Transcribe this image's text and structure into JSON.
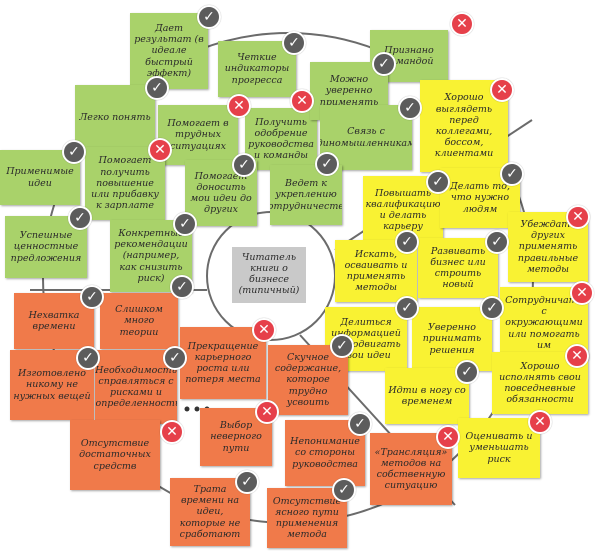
{
  "center_label": "Читатель книги о бизнесе (типичный)",
  "symbols": {
    "check": "✓",
    "cross": "✕"
  },
  "colors": {
    "green": "#a9d26a",
    "yellow": "#f9f233",
    "orange": "#f07a4a",
    "check": "#5c5c5c",
    "cross": "#e6404a",
    "center": "#c9c9c9"
  },
  "notes": [
    {
      "text": "Дает результат (в идеале быстрый эффект)",
      "color": "green",
      "badge": "check"
    },
    {
      "text": "Четкие индикаторы прогресса",
      "color": "green",
      "badge": "check"
    },
    {
      "text": "Признано командой",
      "color": "green",
      "badge": "cross"
    },
    {
      "text": "Легко понять",
      "color": "green",
      "badge": "check"
    },
    {
      "text": "Помогает в трудных ситуациях",
      "color": "green",
      "badge": "cross"
    },
    {
      "text": "Получить одобрение руководства и команды",
      "color": "green",
      "badge": "cross"
    },
    {
      "text": "Можно уверенно применять",
      "color": "green",
      "badge": "check"
    },
    {
      "text": "Хорошо выглядеть перед коллегами, боссом, клиентами",
      "color": "yellow",
      "badge": "cross"
    },
    {
      "text": "Связь с единомышленниками",
      "color": "green",
      "badge": "check"
    },
    {
      "text": "Применимые идеи",
      "color": "green",
      "badge": "check"
    },
    {
      "text": "Помогает получить повышение или прибавку к зарплате",
      "color": "green",
      "badge": "cross"
    },
    {
      "text": "Помогает доносить мои идеи до других",
      "color": "green",
      "badge": "check"
    },
    {
      "text": "Ведет к укреплению сотрудничества",
      "color": "green",
      "badge": "check"
    },
    {
      "text": "Повышать квалификацию и делать карьеру",
      "color": "yellow",
      "badge": "check"
    },
    {
      "text": "Делать то, что нужно людям",
      "color": "yellow",
      "badge": "check"
    },
    {
      "text": "Успешные ценностные предложения",
      "color": "green",
      "badge": "check"
    },
    {
      "text": "Конкретные рекомендации (например, как снизить риск)",
      "color": "green",
      "badge": "check"
    },
    {
      "text": "Убеждать других применять правильные методы",
      "color": "yellow",
      "badge": "cross"
    },
    {
      "text": "Искать, осваивать и применять методы",
      "color": "yellow",
      "badge": "check"
    },
    {
      "text": "Развивать бизнес или строить новый",
      "color": "yellow",
      "badge": "check"
    },
    {
      "text": "Нехватка времени",
      "color": "orange",
      "badge": "check"
    },
    {
      "text": "Слишком много теории",
      "color": "orange",
      "badge": "check"
    },
    {
      "text": "Сотрудничать с окружающими или помогать им",
      "color": "yellow",
      "badge": "cross"
    },
    {
      "text": "Делиться информацией и продвигать свои идеи",
      "color": "yellow",
      "badge": "check"
    },
    {
      "text": "Уверенно принимать решения",
      "color": "yellow",
      "badge": "check"
    },
    {
      "text": "Изготовлено никому не нужных вещей",
      "color": "orange",
      "badge": "check"
    },
    {
      "text": "Необходимость справляться с рисками и неопределенностью",
      "color": "orange",
      "badge": "check"
    },
    {
      "text": "Прекращение карьерного роста или потеря места",
      "color": "orange",
      "badge": "cross"
    },
    {
      "text": "Скучное содержание, которое трудно усвоить",
      "color": "orange",
      "badge": "check"
    },
    {
      "text": "Хорошо исполнять свои повседневные обязанности",
      "color": "yellow",
      "badge": "cross"
    },
    {
      "text": "Идти в ногу со временем",
      "color": "yellow",
      "badge": "check"
    },
    {
      "text": "Отсутствие достаточных средств",
      "color": "orange",
      "badge": "cross"
    },
    {
      "text": "Выбор неверного пути",
      "color": "orange",
      "badge": "cross"
    },
    {
      "text": "Непонимание со стороны руководства",
      "color": "orange",
      "badge": "check"
    },
    {
      "text": "«Трансляция» методов на собственную ситуацию",
      "color": "orange",
      "badge": "cross"
    },
    {
      "text": "Оценивать и уменьшать риск",
      "color": "yellow",
      "badge": "cross"
    },
    {
      "text": "Трата времени на идеи, которые не сработают",
      "color": "orange",
      "badge": "check"
    },
    {
      "text": "Отсутствие ясного пути применения метода",
      "color": "orange",
      "badge": "check"
    }
  ]
}
